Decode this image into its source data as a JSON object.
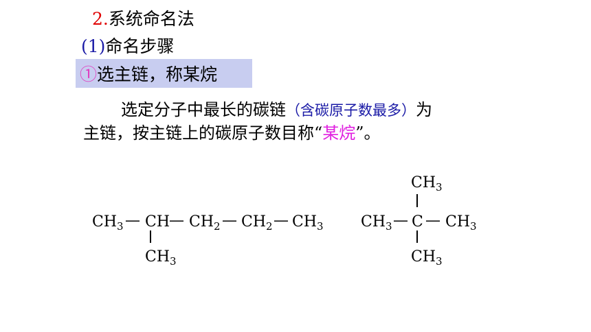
{
  "heading": {
    "number": "2.",
    "title": "系统命名法"
  },
  "subheading": {
    "number": "(1)",
    "title": "命名步骤"
  },
  "step": {
    "marker": "①",
    "title": "选主链，称某烷"
  },
  "paragraph": {
    "line1_main": "选定分子中最长的碳链",
    "line1_note": "（含碳原子数最多）",
    "line1_end": "为",
    "line2_start": "主链，按主链上的碳原子数目称“",
    "line2_highlight": "某烷",
    "line2_end": "”。"
  },
  "molecule_1": {
    "chain": [
      "CH",
      "CH",
      "CH",
      "CH",
      "CH"
    ],
    "chain_subscripts": [
      "3",
      "",
      "2",
      "2",
      "3"
    ],
    "bond": "—",
    "branch": {
      "atom": "CH",
      "subscript": "3"
    }
  },
  "molecule_2": {
    "left": {
      "atom": "CH",
      "subscript": "3"
    },
    "center": "C",
    "right": {
      "atom": "CH",
      "subscript": "3"
    },
    "top": {
      "atom": "CH",
      "subscript": "3"
    },
    "bottom": {
      "atom": "CH",
      "subscript": "3"
    },
    "bond": "—"
  }
}
